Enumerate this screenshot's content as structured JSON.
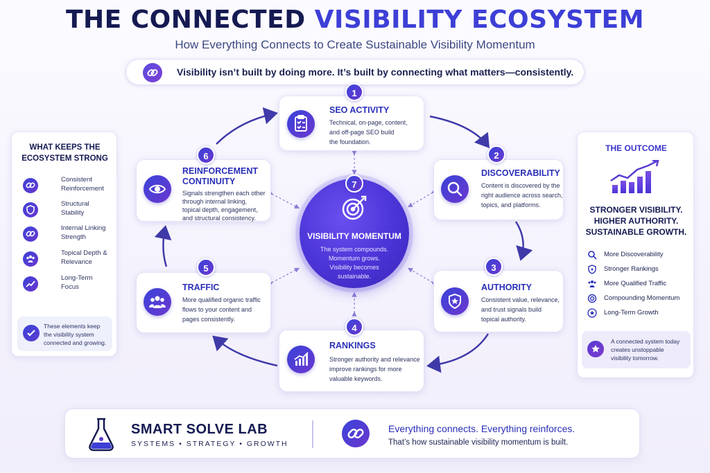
{
  "header": {
    "title_part1": "THE CONNECTED",
    "title_part2": "VISIBILITY ECOSYSTEM",
    "subtitle": "How Everything Connects to Create Sustainable Visibility Momentum",
    "tagline": "Visibility isn’t built by doing more. It’s built by connecting what matters—consistently.",
    "tagline_icon": "link-icon"
  },
  "steps": [
    {
      "number": "1",
      "title": "SEO ACTIVITY",
      "desc": [
        "Technical, on-page, content,",
        "and off-page SEO build",
        "the foundation."
      ],
      "icon": "clipboard-check-icon"
    },
    {
      "number": "2",
      "title": "DISCOVERABILITY",
      "desc": [
        "Content is discovered by the",
        "right audience across search,",
        "topics, and platforms."
      ],
      "icon": "magnifier-icon"
    },
    {
      "number": "3",
      "title": "AUTHORITY",
      "desc": [
        "Consistent value, relevance,",
        "and trust signals build",
        "topical authority."
      ],
      "icon": "shield-star-icon"
    },
    {
      "number": "4",
      "title": "RANKINGS",
      "desc": [
        "Stronger authority and relevance",
        "improve rankings for more",
        "valuable keywords."
      ],
      "icon": "bar-chart-icon"
    },
    {
      "number": "5",
      "title": "TRAFFIC",
      "desc": [
        "More qualified organic traffic",
        "flows to your content and",
        "pages consistently."
      ],
      "icon": "people-icon"
    },
    {
      "number": "6",
      "title_lines": [
        "REINFORCEMENT",
        "CONTINUITY"
      ],
      "desc": [
        "Signals strengthen each other",
        "through internal linking,",
        "topical depth, engagement,",
        "and structural consistency."
      ],
      "icon": "eye-icon"
    }
  ],
  "hub": {
    "number": "7",
    "title": "VISIBILITY MOMENTUM",
    "desc": [
      "The system compounds.",
      "Momentum grows.",
      "Visibility becomes",
      "sustainable."
    ],
    "icon": "target-icon"
  },
  "left_panel": {
    "title_lines": [
      "WHAT KEEPS THE",
      "ECOSYSTEM STRONG"
    ],
    "items": [
      {
        "lines": [
          "Consistent",
          "Reinforcement"
        ],
        "icon": "link-icon"
      },
      {
        "lines": [
          "Structural",
          "Stability"
        ],
        "icon": "shield-icon"
      },
      {
        "lines": [
          "Internal Linking",
          "Strength"
        ],
        "icon": "link-icon"
      },
      {
        "lines": [
          "Topical Depth &",
          "Relevance"
        ],
        "icon": "people-icon"
      },
      {
        "lines": [
          "Long-Term",
          "Focus"
        ],
        "icon": "trend-icon"
      }
    ],
    "note_lines": [
      "These elements keep",
      "the visibility system",
      "connected and growing."
    ],
    "note_icon": "check-badge-icon"
  },
  "right_panel": {
    "title": "THE OUTCOME",
    "chart_icon": "growth-chart-icon",
    "headline_lines": [
      "STRONGER VISIBILITY.",
      "HIGHER AUTHORITY.",
      "SUSTAINABLE GROWTH."
    ],
    "items": [
      {
        "label": "More Discoverability",
        "icon": "magnifier-icon"
      },
      {
        "label": "Stronger Rankings",
        "icon": "shield-star-icon"
      },
      {
        "label": "More Qualified Traffic",
        "icon": "people-icon"
      },
      {
        "label": "Compounding Momentum",
        "icon": "target-icon"
      },
      {
        "label": "Long-Term Growth",
        "icon": "star-icon"
      }
    ],
    "note_lines": [
      "A connected system today",
      "creates unstoppable",
      "visibility tomorrow."
    ],
    "note_icon": "star-badge-icon"
  },
  "footer": {
    "brand": "SMART SOLVE LAB",
    "brand_sub": "SYSTEMS  •  STRATEGY  •  GROWTH",
    "logo_icon": "flask-icon",
    "line1": "Everything connects. Everything reinforces.",
    "line2": "That’s how sustainable visibility momentum is built.",
    "footer_icon": "link-icon"
  },
  "colors": {
    "navy": "#151a52",
    "accent": "#3d3fd6",
    "purple": "#6a37cf",
    "arrow": "#3f3aa8"
  }
}
